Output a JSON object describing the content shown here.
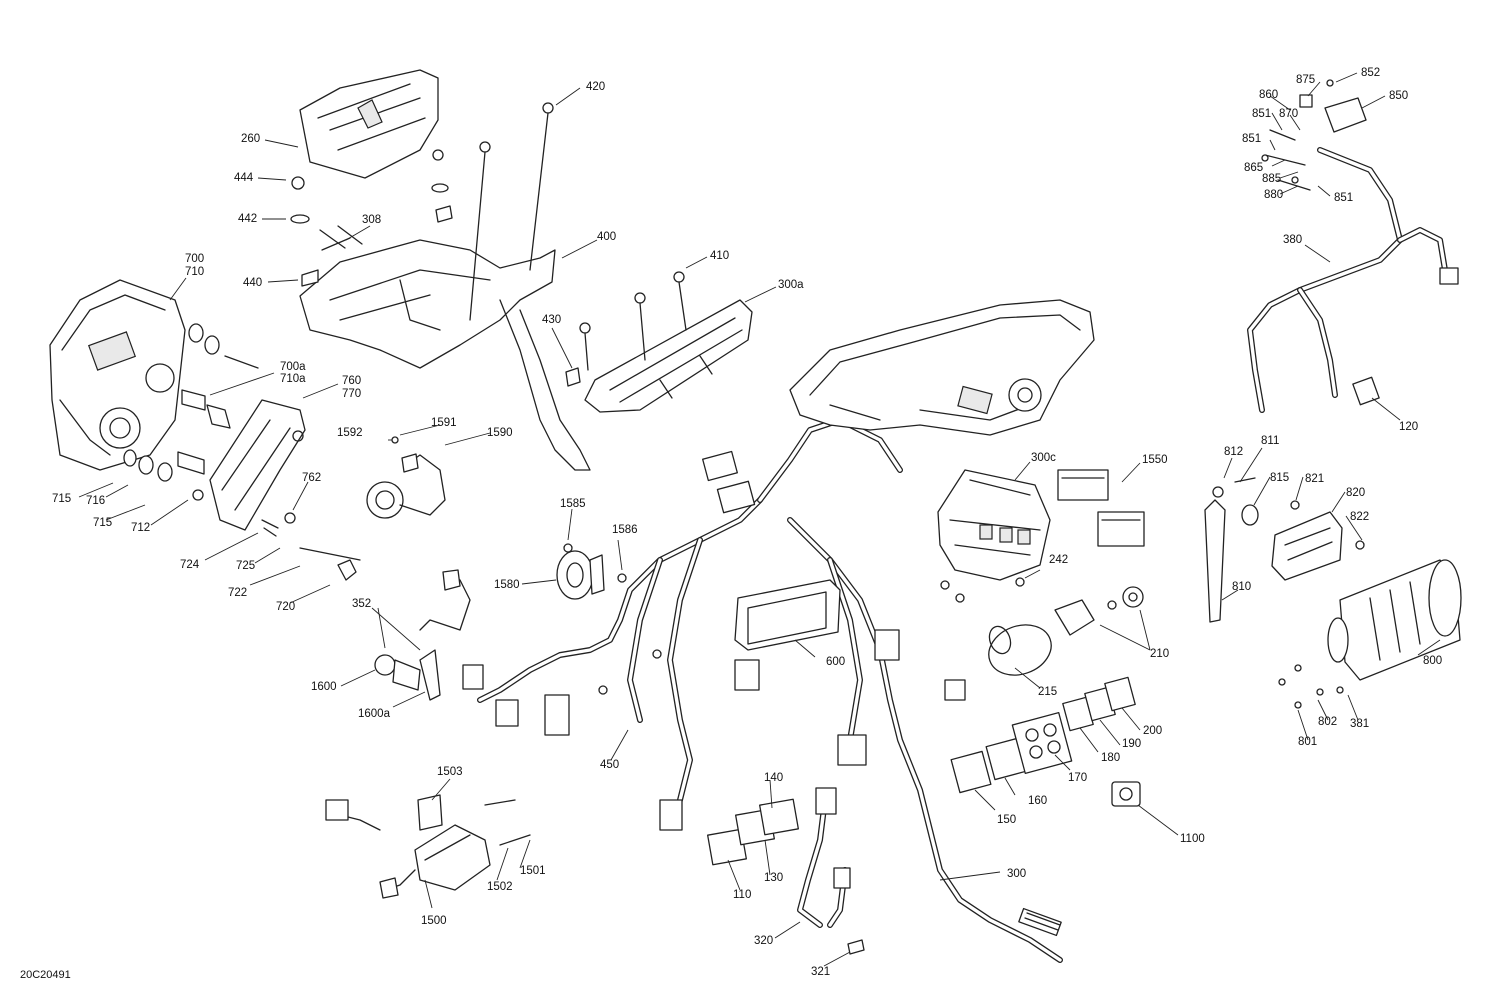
{
  "diagram": {
    "code": "20C20491",
    "labels": [
      "420",
      "260",
      "444",
      "308",
      "442",
      "440",
      "400",
      "410",
      "300a",
      "700",
      "710",
      "430",
      "700a",
      "710a",
      "760",
      "770",
      "1591",
      "1592",
      "1590",
      "762",
      "715",
      "716",
      "712",
      "724",
      "725",
      "722",
      "720",
      "1585",
      "1586",
      "1580",
      "352",
      "1600",
      "1600a",
      "600",
      "450",
      "300c",
      "1550",
      "242",
      "210",
      "215",
      "200",
      "190",
      "180",
      "170",
      "160",
      "150",
      "1100",
      "1503",
      "1502",
      "1501",
      "1500",
      "140",
      "130",
      "110",
      "320",
      "321",
      "300",
      "875",
      "852",
      "860",
      "870",
      "850",
      "851",
      "865",
      "885",
      "880",
      "380",
      "120",
      "812",
      "811",
      "815",
      "821",
      "820",
      "822",
      "810",
      "800",
      "802",
      "381",
      "801"
    ]
  }
}
